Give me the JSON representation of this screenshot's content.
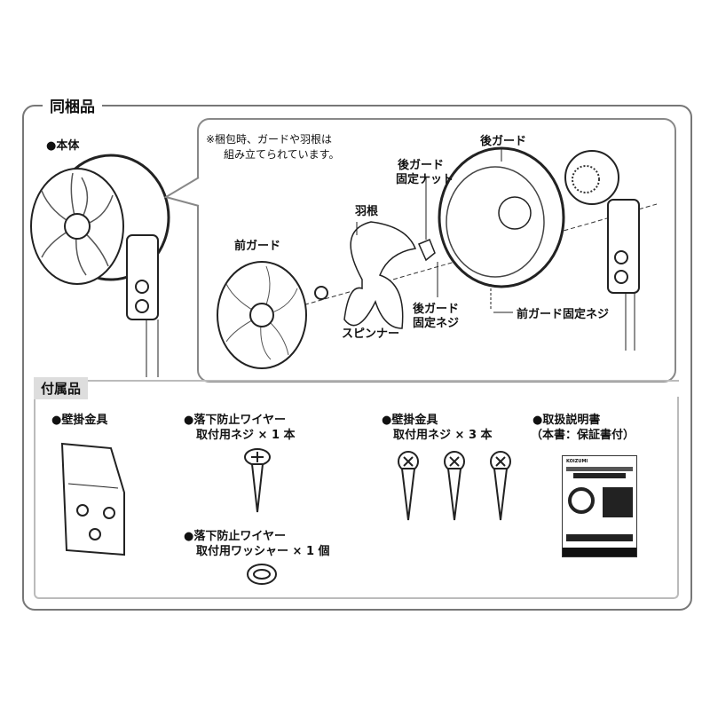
{
  "included": {
    "title": "同梱品",
    "main_unit": "●本体",
    "note_line1": "※梱包時、ガードや羽根は",
    "note_line2": "組み立てられています。",
    "parts": {
      "rear_guard": "後ガード",
      "rear_guard_nut_1": "後ガード",
      "rear_guard_nut_2": "固定ナット",
      "blade": "羽根",
      "front_guard": "前ガード",
      "spinner": "スピンナー",
      "rear_guard_screw_1": "後ガード",
      "rear_guard_screw_2": "固定ネジ",
      "front_guard_screw": "前ガード固定ネジ"
    }
  },
  "accessories": {
    "title": "付属品",
    "items": [
      {
        "line1": "●壁掛金具",
        "line2": ""
      },
      {
        "line1": "●落下防止ワイヤー",
        "line2": "取付用ネジ × 1 本"
      },
      {
        "line1": "●落下防止ワイヤー",
        "line2": "取付用ワッシャー × 1 個"
      },
      {
        "line1": "●壁掛金具",
        "line2": "取付用ネジ × 3 本"
      },
      {
        "line1": "●取扱説明書",
        "line2": "（本書：保証書付）"
      }
    ],
    "manual_brand": "KOIZUMI"
  }
}
